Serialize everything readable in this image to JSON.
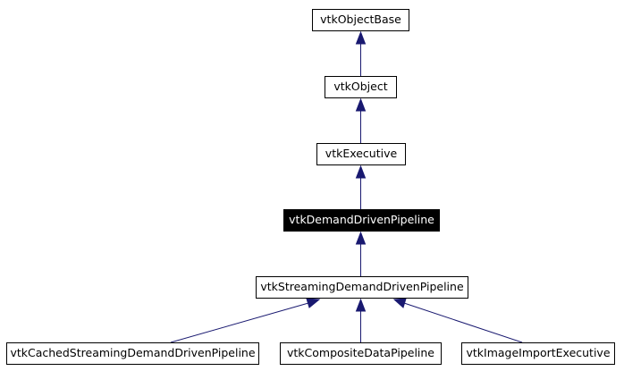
{
  "diagram": {
    "nodes": {
      "base": "vtkObjectBase",
      "object": "vtkObject",
      "executive": "vtkExecutive",
      "demand_driven": "vtkDemandDrivenPipeline",
      "streaming": "vtkStreamingDemandDrivenPipeline",
      "cached": "vtkCachedStreamingDemandDrivenPipeline",
      "composite": "vtkCompositeDataPipeline",
      "image_import": "vtkImageImportExecutive"
    },
    "current_node": "demand_driven",
    "colors": {
      "edge": "#191970",
      "node_border": "#000000",
      "node_fill": "#ffffff",
      "current_fill": "#000000",
      "current_text": "#ffffff"
    }
  }
}
